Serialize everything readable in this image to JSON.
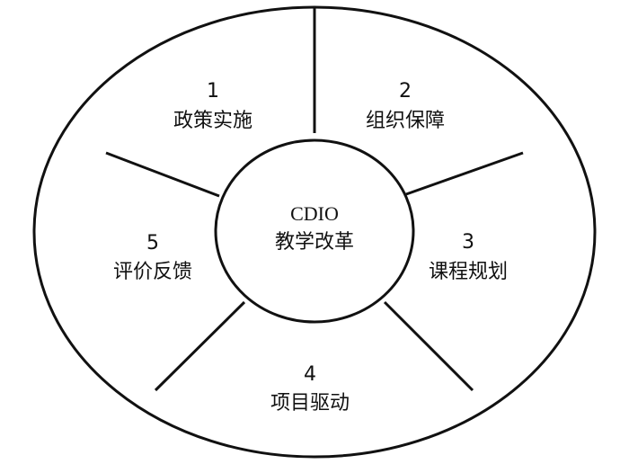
{
  "center": {
    "line1": "CDIO",
    "line2": "教学改革"
  },
  "segments": [
    {
      "number": "1",
      "label": "政策实施"
    },
    {
      "number": "2",
      "label": "组织保障"
    },
    {
      "number": "3",
      "label": "课程规划"
    },
    {
      "number": "4",
      "label": "项目驱动"
    },
    {
      "number": "5",
      "label": "评价反馈"
    }
  ]
}
